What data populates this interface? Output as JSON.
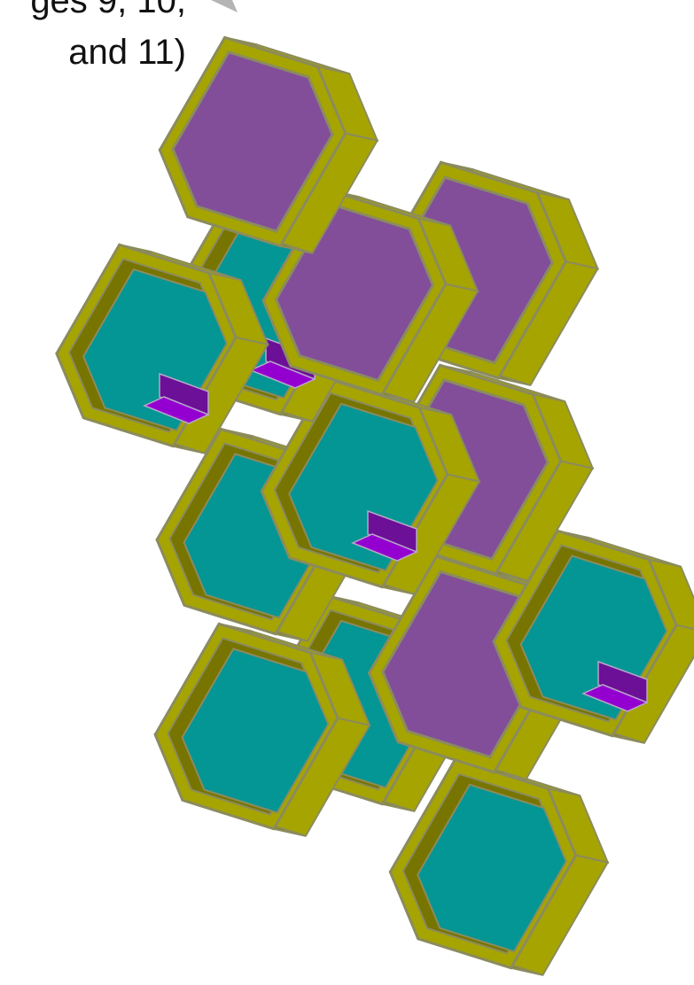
{
  "callout": {
    "line1": "ges 9, 10,",
    "line2": "and 11)"
  },
  "colors": {
    "frame_face": "#a6a400",
    "frame_side": "#878400",
    "frame_inner": "#777400",
    "outline": "#8b8b5e",
    "filled_cell": "#824e9a",
    "open_cell": "#039694",
    "module": "#9400d0",
    "module_dark": "#6c1098",
    "leader_line": "#b4b4b4"
  },
  "cells": [
    {
      "name": "cell-top",
      "fill": "filled"
    },
    {
      "name": "cell-upper-middle",
      "fill": "filled"
    },
    {
      "name": "cell-upper-right",
      "fill": "filled"
    },
    {
      "name": "cell-left-open",
      "fill": "open",
      "module": true
    },
    {
      "name": "cell-center-left-open",
      "fill": "open",
      "module": true
    },
    {
      "name": "cell-center-open",
      "fill": "open",
      "module": true
    },
    {
      "name": "cell-middle-right",
      "fill": "filled"
    },
    {
      "name": "cell-mid-left",
      "fill": "open"
    },
    {
      "name": "cell-right-open",
      "fill": "open",
      "module": true
    },
    {
      "name": "cell-lower-right",
      "fill": "filled"
    },
    {
      "name": "cell-bottom-left",
      "fill": "open"
    },
    {
      "name": "cell-bottom-center",
      "fill": "open"
    },
    {
      "name": "cell-bottom-right",
      "fill": "open"
    }
  ]
}
